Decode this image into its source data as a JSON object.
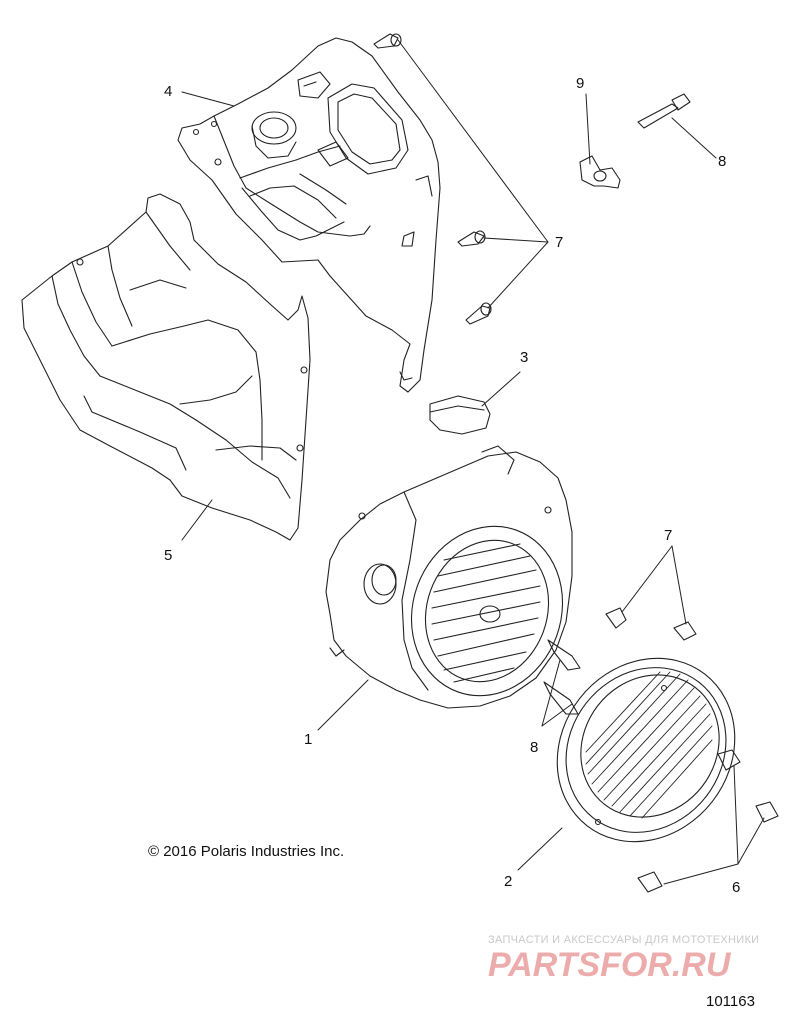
{
  "callouts": {
    "c1": "1",
    "c2": "2",
    "c3": "3",
    "c4": "4",
    "c5": "5",
    "c6": "6",
    "c7a": "7",
    "c7b": "7",
    "c8a": "8",
    "c8b": "8",
    "c9": "9"
  },
  "copyright": "© 2016 Polaris Industries Inc.",
  "watermark": {
    "tagline": "ЗАПЧАСТИ И АКСЕССУАРЫ ДЛЯ МОТОТЕХНИКИ",
    "logo_text": "PARTSFOR.RU",
    "color": "#e06a6a"
  },
  "document_number": "101163"
}
